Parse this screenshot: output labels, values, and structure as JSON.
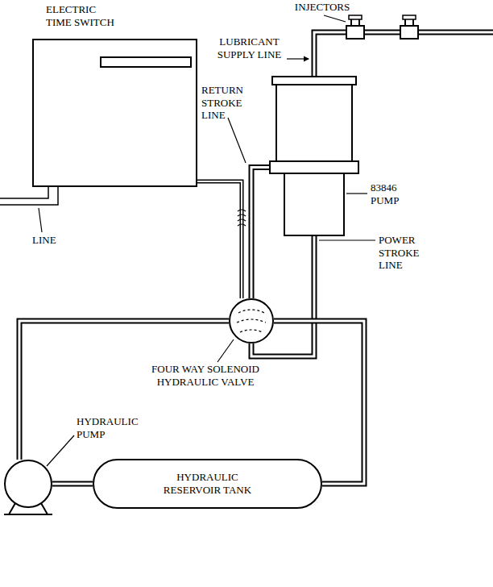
{
  "diagram": {
    "nodes": [
      {
        "text": [
          "ELECTRIC TIME SWITCH"
        ]
      },
      {
        "text": [
          "83846 PUMP"
        ]
      },
      {
        "text": [
          "FOUR WAY SOLENOID HYDRAULIC VALVE"
        ]
      },
      {
        "text": [
          "HYDRAULIC PUMP"
        ]
      },
      {
        "text": [
          "HYDRAULIC RESERVOIR TANK"
        ]
      }
    ],
    "edges": [
      {
        "from": 0,
        "to": 2,
        "arrow": "none"
      },
      {
        "from": 2,
        "to": 1,
        "arrow": "none"
      },
      {
        "from": 2,
        "to": 1,
        "arrow": "none"
      },
      {
        "from": 3,
        "to": 2,
        "arrow": "none"
      },
      {
        "from": 2,
        "to": 4,
        "arrow": "none"
      },
      {
        "from": 4,
        "to": 3,
        "arrow": "none"
      }
    ],
    "labels": [
      "INJECTORS",
      "LUBRICANT SUPPLY LINE",
      "RETURN STROKE LINE",
      "POWER STROKE LINE",
      "LINE"
    ]
  }
}
